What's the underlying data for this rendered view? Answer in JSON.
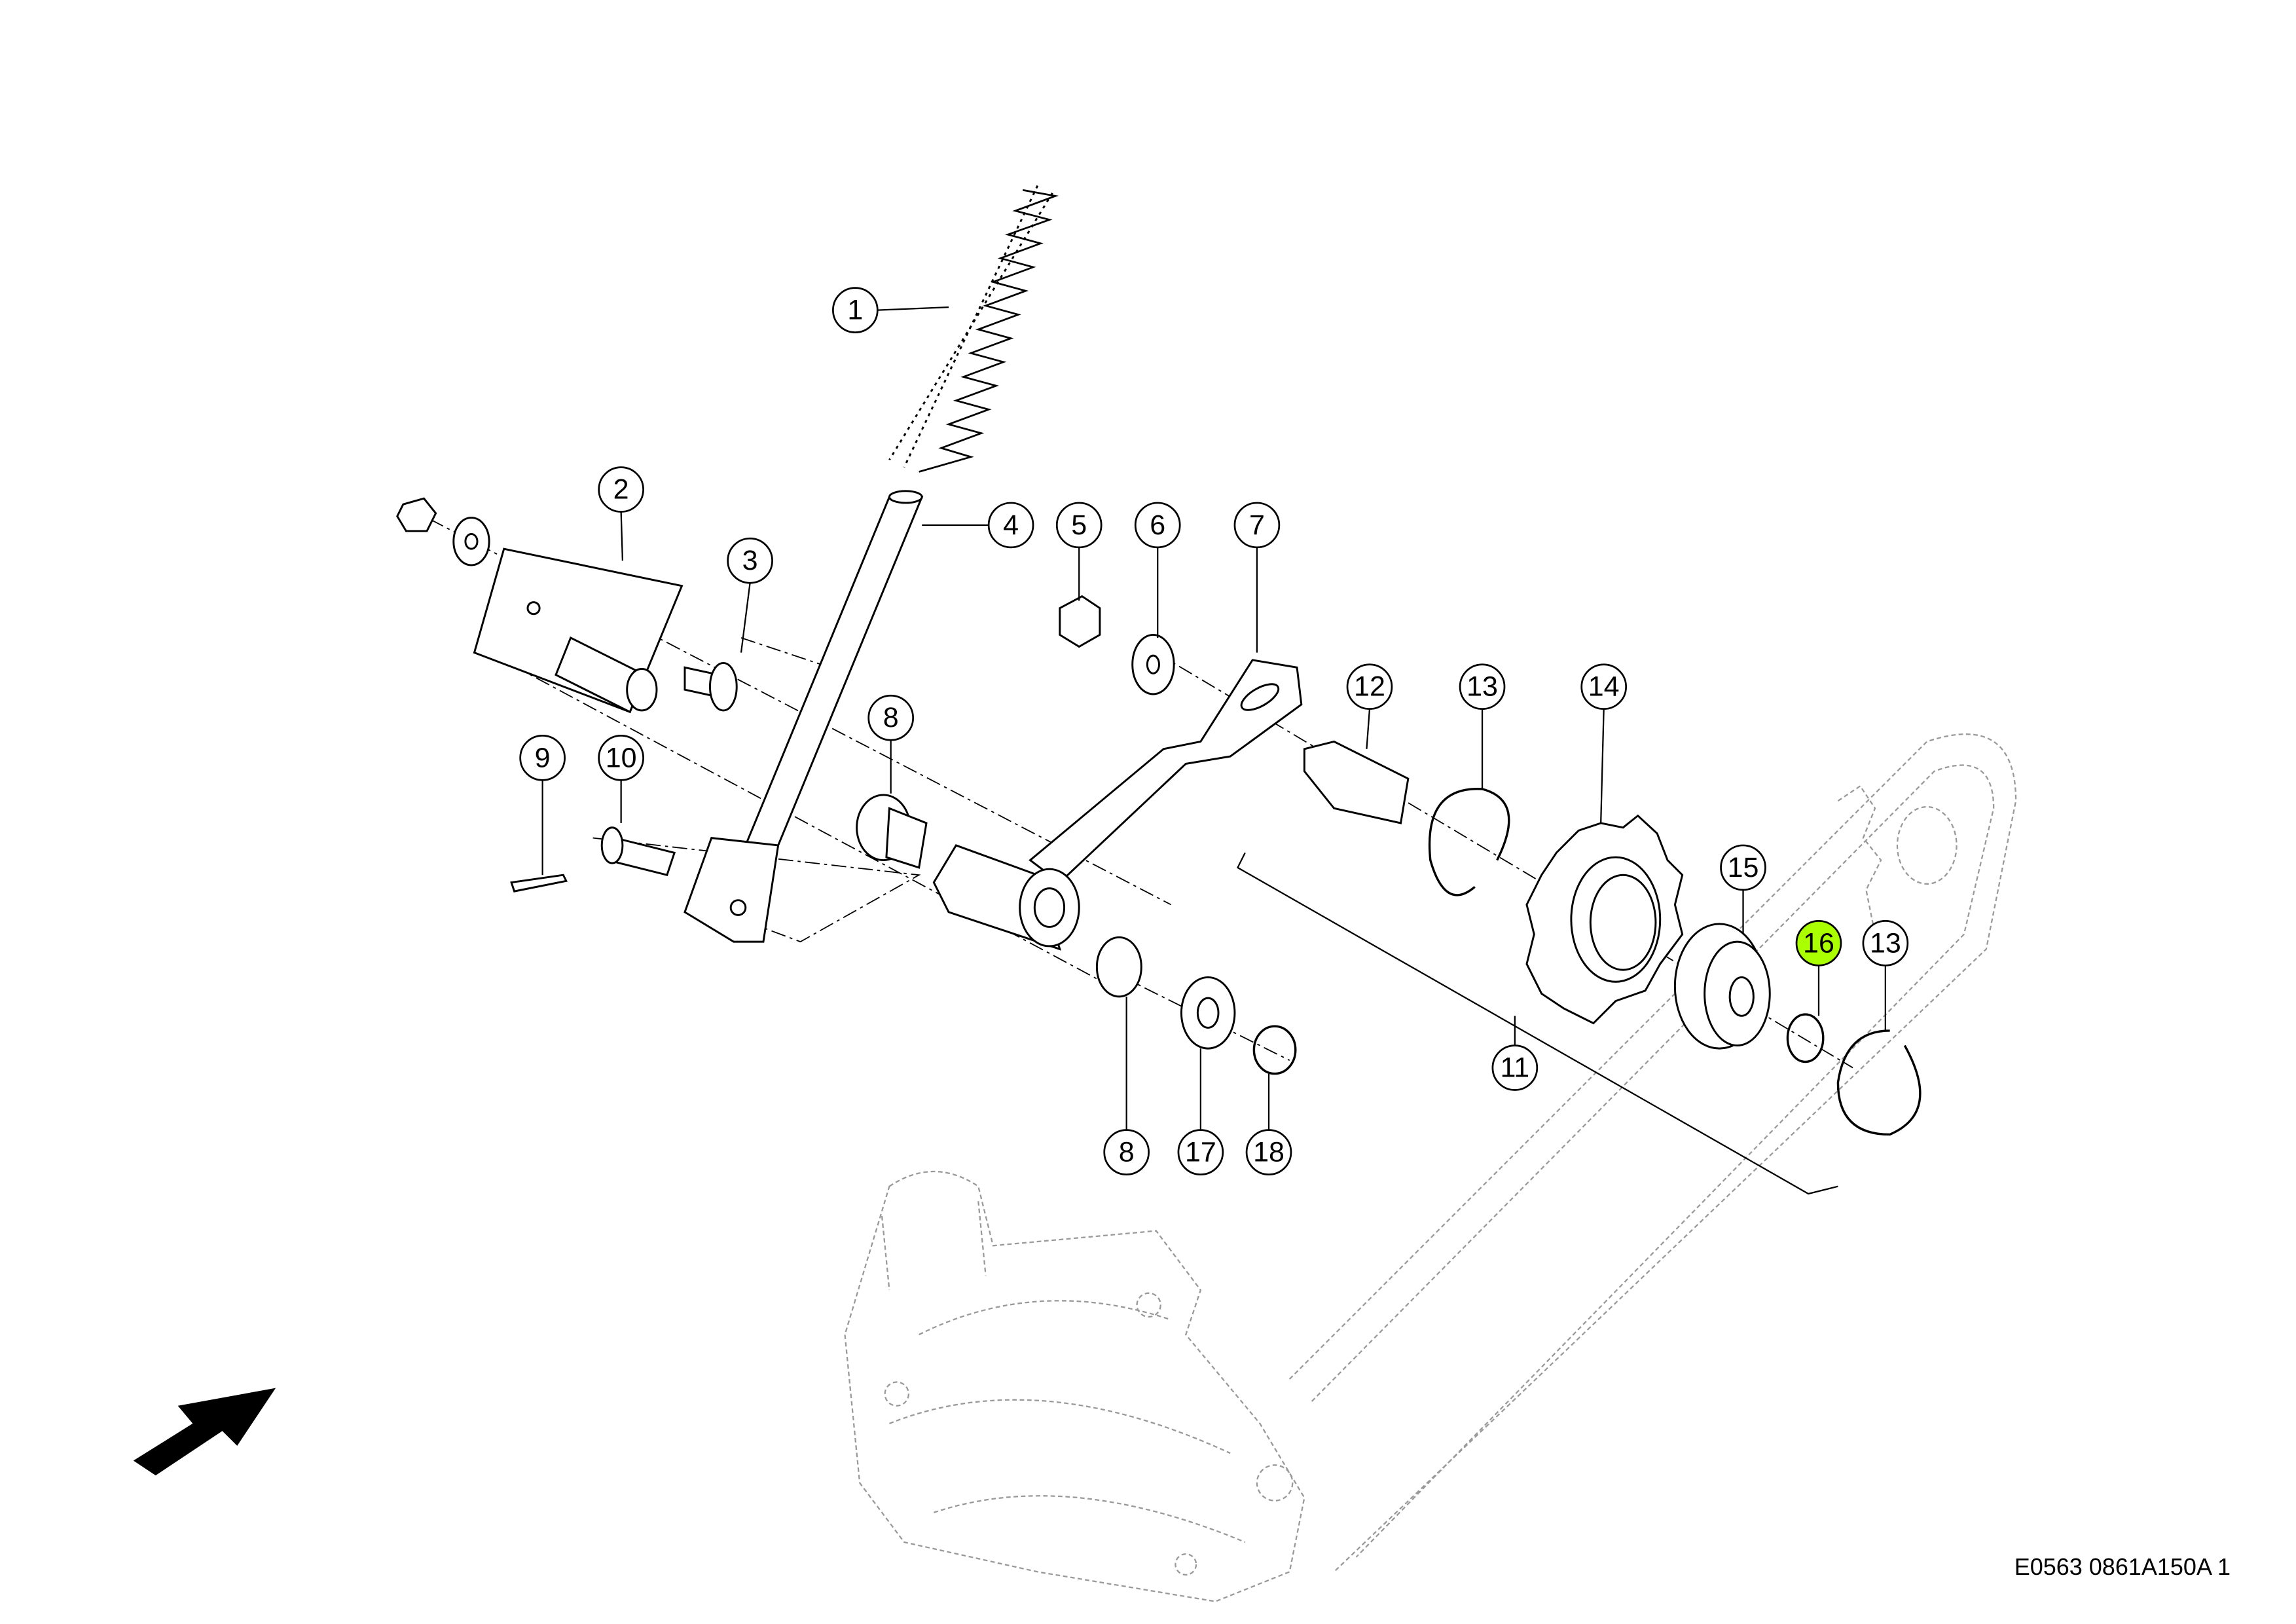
{
  "diagram": {
    "reference_code": "E0563 0861A150A 1",
    "highlight_color": "#aaff00",
    "highlighted_part": "16",
    "callouts": [
      {
        "id": "c1",
        "label": "1"
      },
      {
        "id": "c2",
        "label": "2"
      },
      {
        "id": "c3",
        "label": "3"
      },
      {
        "id": "c4",
        "label": "4"
      },
      {
        "id": "c5",
        "label": "5"
      },
      {
        "id": "c6",
        "label": "6"
      },
      {
        "id": "c7",
        "label": "7"
      },
      {
        "id": "c8a",
        "label": "8"
      },
      {
        "id": "c9",
        "label": "9"
      },
      {
        "id": "c10",
        "label": "10"
      },
      {
        "id": "c11",
        "label": "11"
      },
      {
        "id": "c12",
        "label": "12"
      },
      {
        "id": "c13a",
        "label": "13"
      },
      {
        "id": "c14",
        "label": "14"
      },
      {
        "id": "c15",
        "label": "15"
      },
      {
        "id": "c16",
        "label": "16"
      },
      {
        "id": "c13b",
        "label": "13"
      },
      {
        "id": "c8b",
        "label": "8"
      },
      {
        "id": "c17",
        "label": "17"
      },
      {
        "id": "c18",
        "label": "18"
      }
    ],
    "direction_icon": "arrow-icon"
  }
}
